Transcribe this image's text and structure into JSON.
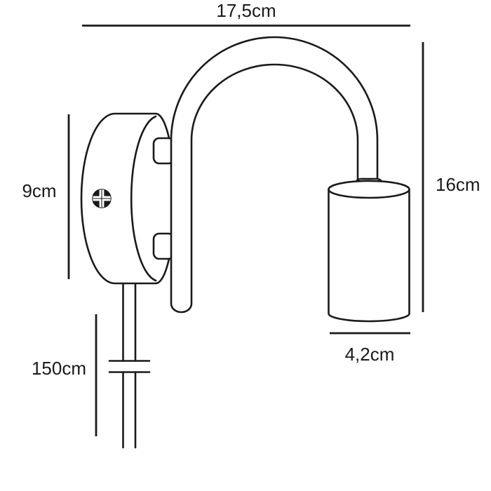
{
  "diagram": {
    "labels": {
      "total_width": "17,5cm",
      "fixture_height": "16cm",
      "plate_height": "9cm",
      "cable_length": "150cm",
      "socket_diameter": "4,2cm"
    },
    "colors": {
      "line": "#1a1a1a",
      "background": "#ffffff"
    }
  }
}
